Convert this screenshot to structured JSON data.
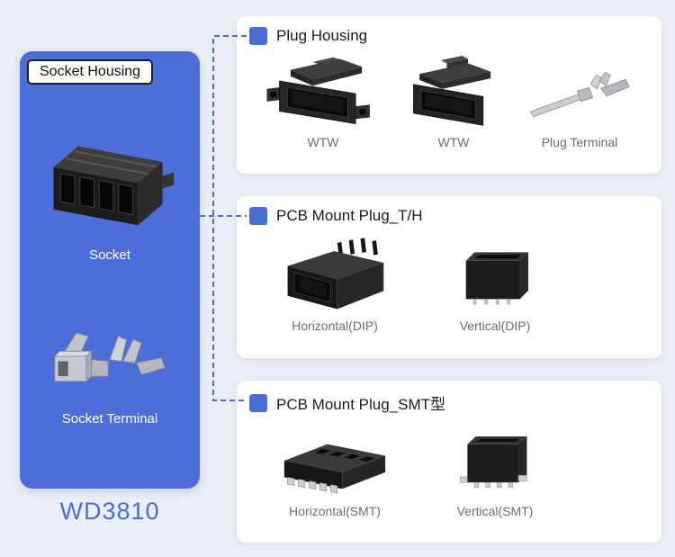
{
  "colors": {
    "accent": "#4a6cd8",
    "panel": "#4d6ed8",
    "background": "#eaeef6",
    "card": "#ffffff",
    "title_text": "#1b1b1b",
    "muted_text": "#6d6d6d",
    "panel_text": "#ffffff"
  },
  "panel": {
    "title": "Socket Housing",
    "items": [
      {
        "label": "Socket",
        "icon": "socket-connector-image"
      },
      {
        "label": "Socket Terminal",
        "icon": "socket-terminal-image"
      }
    ],
    "code": "WD3810"
  },
  "cards": [
    {
      "title": "Plug Housing",
      "bullet_icon": "section-bullet-icon",
      "products": [
        {
          "label": "WTW",
          "icon": "plug-housing-flange-image"
        },
        {
          "label": "WTW",
          "icon": "plug-housing-latch-image"
        },
        {
          "label": "Plug Terminal",
          "icon": "plug-terminal-pin-image"
        }
      ]
    },
    {
      "title": "PCB Mount Plug_T/H",
      "bullet_icon": "section-bullet-icon",
      "products": [
        {
          "label": "Horizontal(DIP)",
          "icon": "horizontal-dip-plug-image"
        },
        {
          "label": "Vertical(DIP)",
          "icon": "vertical-dip-plug-image"
        }
      ]
    },
    {
      "title": "PCB Mount Plug_SMT型",
      "bullet_icon": "section-bullet-icon",
      "products": [
        {
          "label": "Horizontal(SMT)",
          "icon": "horizontal-smt-plug-image"
        },
        {
          "label": "Vertical(SMT)",
          "icon": "vertical-smt-plug-image"
        }
      ]
    }
  ]
}
